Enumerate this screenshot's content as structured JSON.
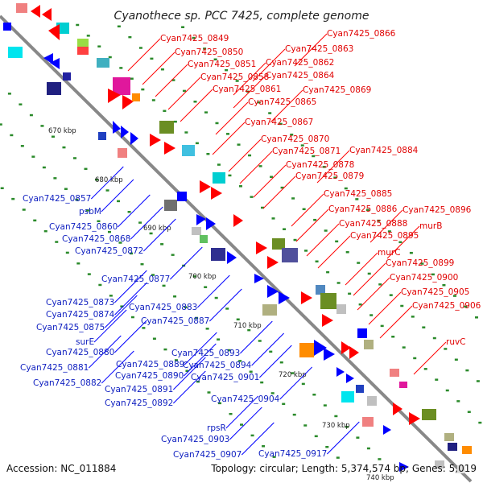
{
  "title": "Cyanothece sp. PCC 7425, complete genome",
  "footer": {
    "accession": "Accession: NC_011884",
    "summary": "Topology: circular; Length: 5,374,574 bp; Genes: 5,019"
  },
  "colors": {
    "forward": "#ff0000",
    "reverse": "#0000ff",
    "backbone": "#888888",
    "tick_dot": "#2a8a2a"
  },
  "kbp_marks": [
    "670 kbp",
    "680 kbp",
    "690 kbp",
    "700 kbp",
    "710 kbp",
    "720 kbp",
    "730 kbp",
    "740 kbp"
  ],
  "red_labels": [
    "Cyan7425_0849",
    "Cyan7425_0850",
    "Cyan7425_0851",
    "Cyan7425_0858",
    "Cyan7425_0861",
    "Cyan7425_0866",
    "Cyan7425_0863",
    "Cyan7425_0862",
    "Cyan7425_0864",
    "Cyan7425_0869",
    "Cyan7425_0865",
    "Cyan7425_0867",
    "Cyan7425_0870",
    "Cyan7425_0871",
    "Cyan7425_0884",
    "Cyan7425_0878",
    "Cyan7425_0879",
    "Cyan7425_0885",
    "Cyan7425_0886",
    "Cyan7425_0896",
    "Cyan7425_0888",
    "murB",
    "Cyan7425_0895",
    "murC",
    "Cyan7425_0899",
    "Cyan7425_0900",
    "Cyan7425_0905",
    "Cyan7425_0906",
    "ruvC"
  ],
  "blue_labels": [
    "Cyan7425_0857",
    "psbM",
    "Cyan7425_0860",
    "Cyan7425_0868",
    "Cyan7425_0872",
    "Cyan7425_0877",
    "Cyan7425_0873",
    "Cyan7425_0874",
    "Cyan7425_0875",
    "surE",
    "Cyan7425_0880",
    "Cyan7425_0881",
    "Cyan7425_0882",
    "Cyan7425_0883",
    "Cyan7425_0887",
    "Cyan7425_0893",
    "Cyan7425_0889",
    "Cyan7425_0890",
    "Cyan7425_0894",
    "Cyan7425_0891",
    "Cyan7425_0901",
    "Cyan7425_0892",
    "Cyan7425_0904",
    "rpsR",
    "Cyan7425_0903",
    "Cyan7425_0907",
    "Cyan7425_0917"
  ]
}
